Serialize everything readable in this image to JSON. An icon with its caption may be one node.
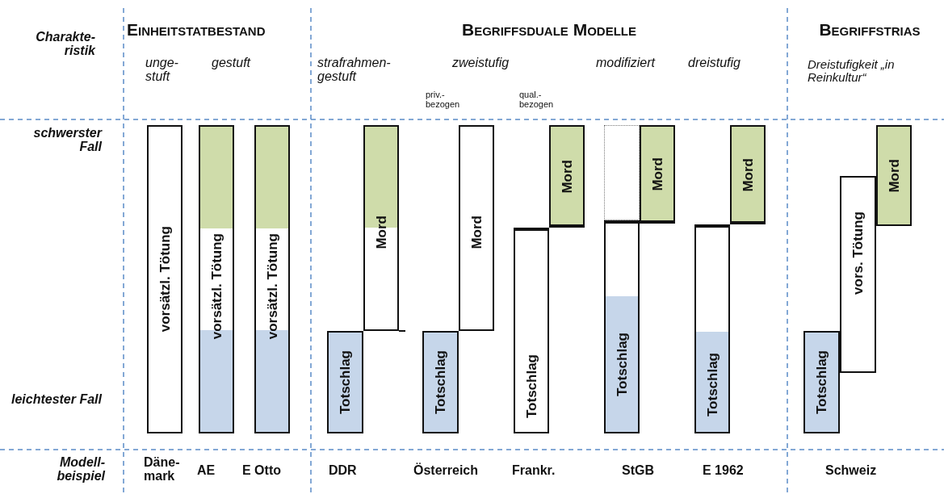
{
  "diagram": {
    "nodes": [
      {
        "text": [
          "vorsätzl. Tötung"
        ]
      },
      {
        "text": [
          "vorsätzl. Tötung"
        ]
      },
      {
        "text": [
          "vorsätzl. Tötung"
        ]
      },
      {
        "text": [
          "Totschlag"
        ]
      },
      {
        "text": [
          "Mord"
        ]
      },
      {
        "text": [
          "Totschlag"
        ]
      },
      {
        "text": [
          "Mord"
        ]
      },
      {
        "text": [
          "Totschlag"
        ]
      },
      {
        "text": [
          "Mord"
        ]
      },
      {
        "text": [],
        "shape": "box"
      },
      {
        "text": [
          "Totschlag"
        ]
      },
      {
        "text": [
          "Mord"
        ]
      },
      {
        "text": [
          "Totschlag"
        ]
      },
      {
        "text": [
          "Mord"
        ]
      },
      {
        "text": [
          "Totschlag"
        ]
      },
      {
        "text": [
          "vors. Tötung"
        ]
      },
      {
        "text": [
          "Mord"
        ]
      }
    ],
    "labels": [
      "Charakte- ristik",
      "Einheitstatbestand",
      "Begriffsduale Modelle",
      "Begriffstrias",
      "unge- stuft",
      "gestuft",
      "strafrahmen- gestuft",
      "zweistufig",
      "modifiziert",
      "dreistufig",
      "Dreistufigkeit „in Reinkultur“",
      "priv.- bezogen",
      "qual.- bezogen",
      "schwerster Fall",
      "leichtester Fall",
      "Modell- beispiel",
      "Däne- mark",
      "AE",
      "E Otto",
      "DDR",
      "Österreich",
      "Frankr.",
      "StGB",
      "E 1962",
      "Schweiz"
    ]
  }
}
